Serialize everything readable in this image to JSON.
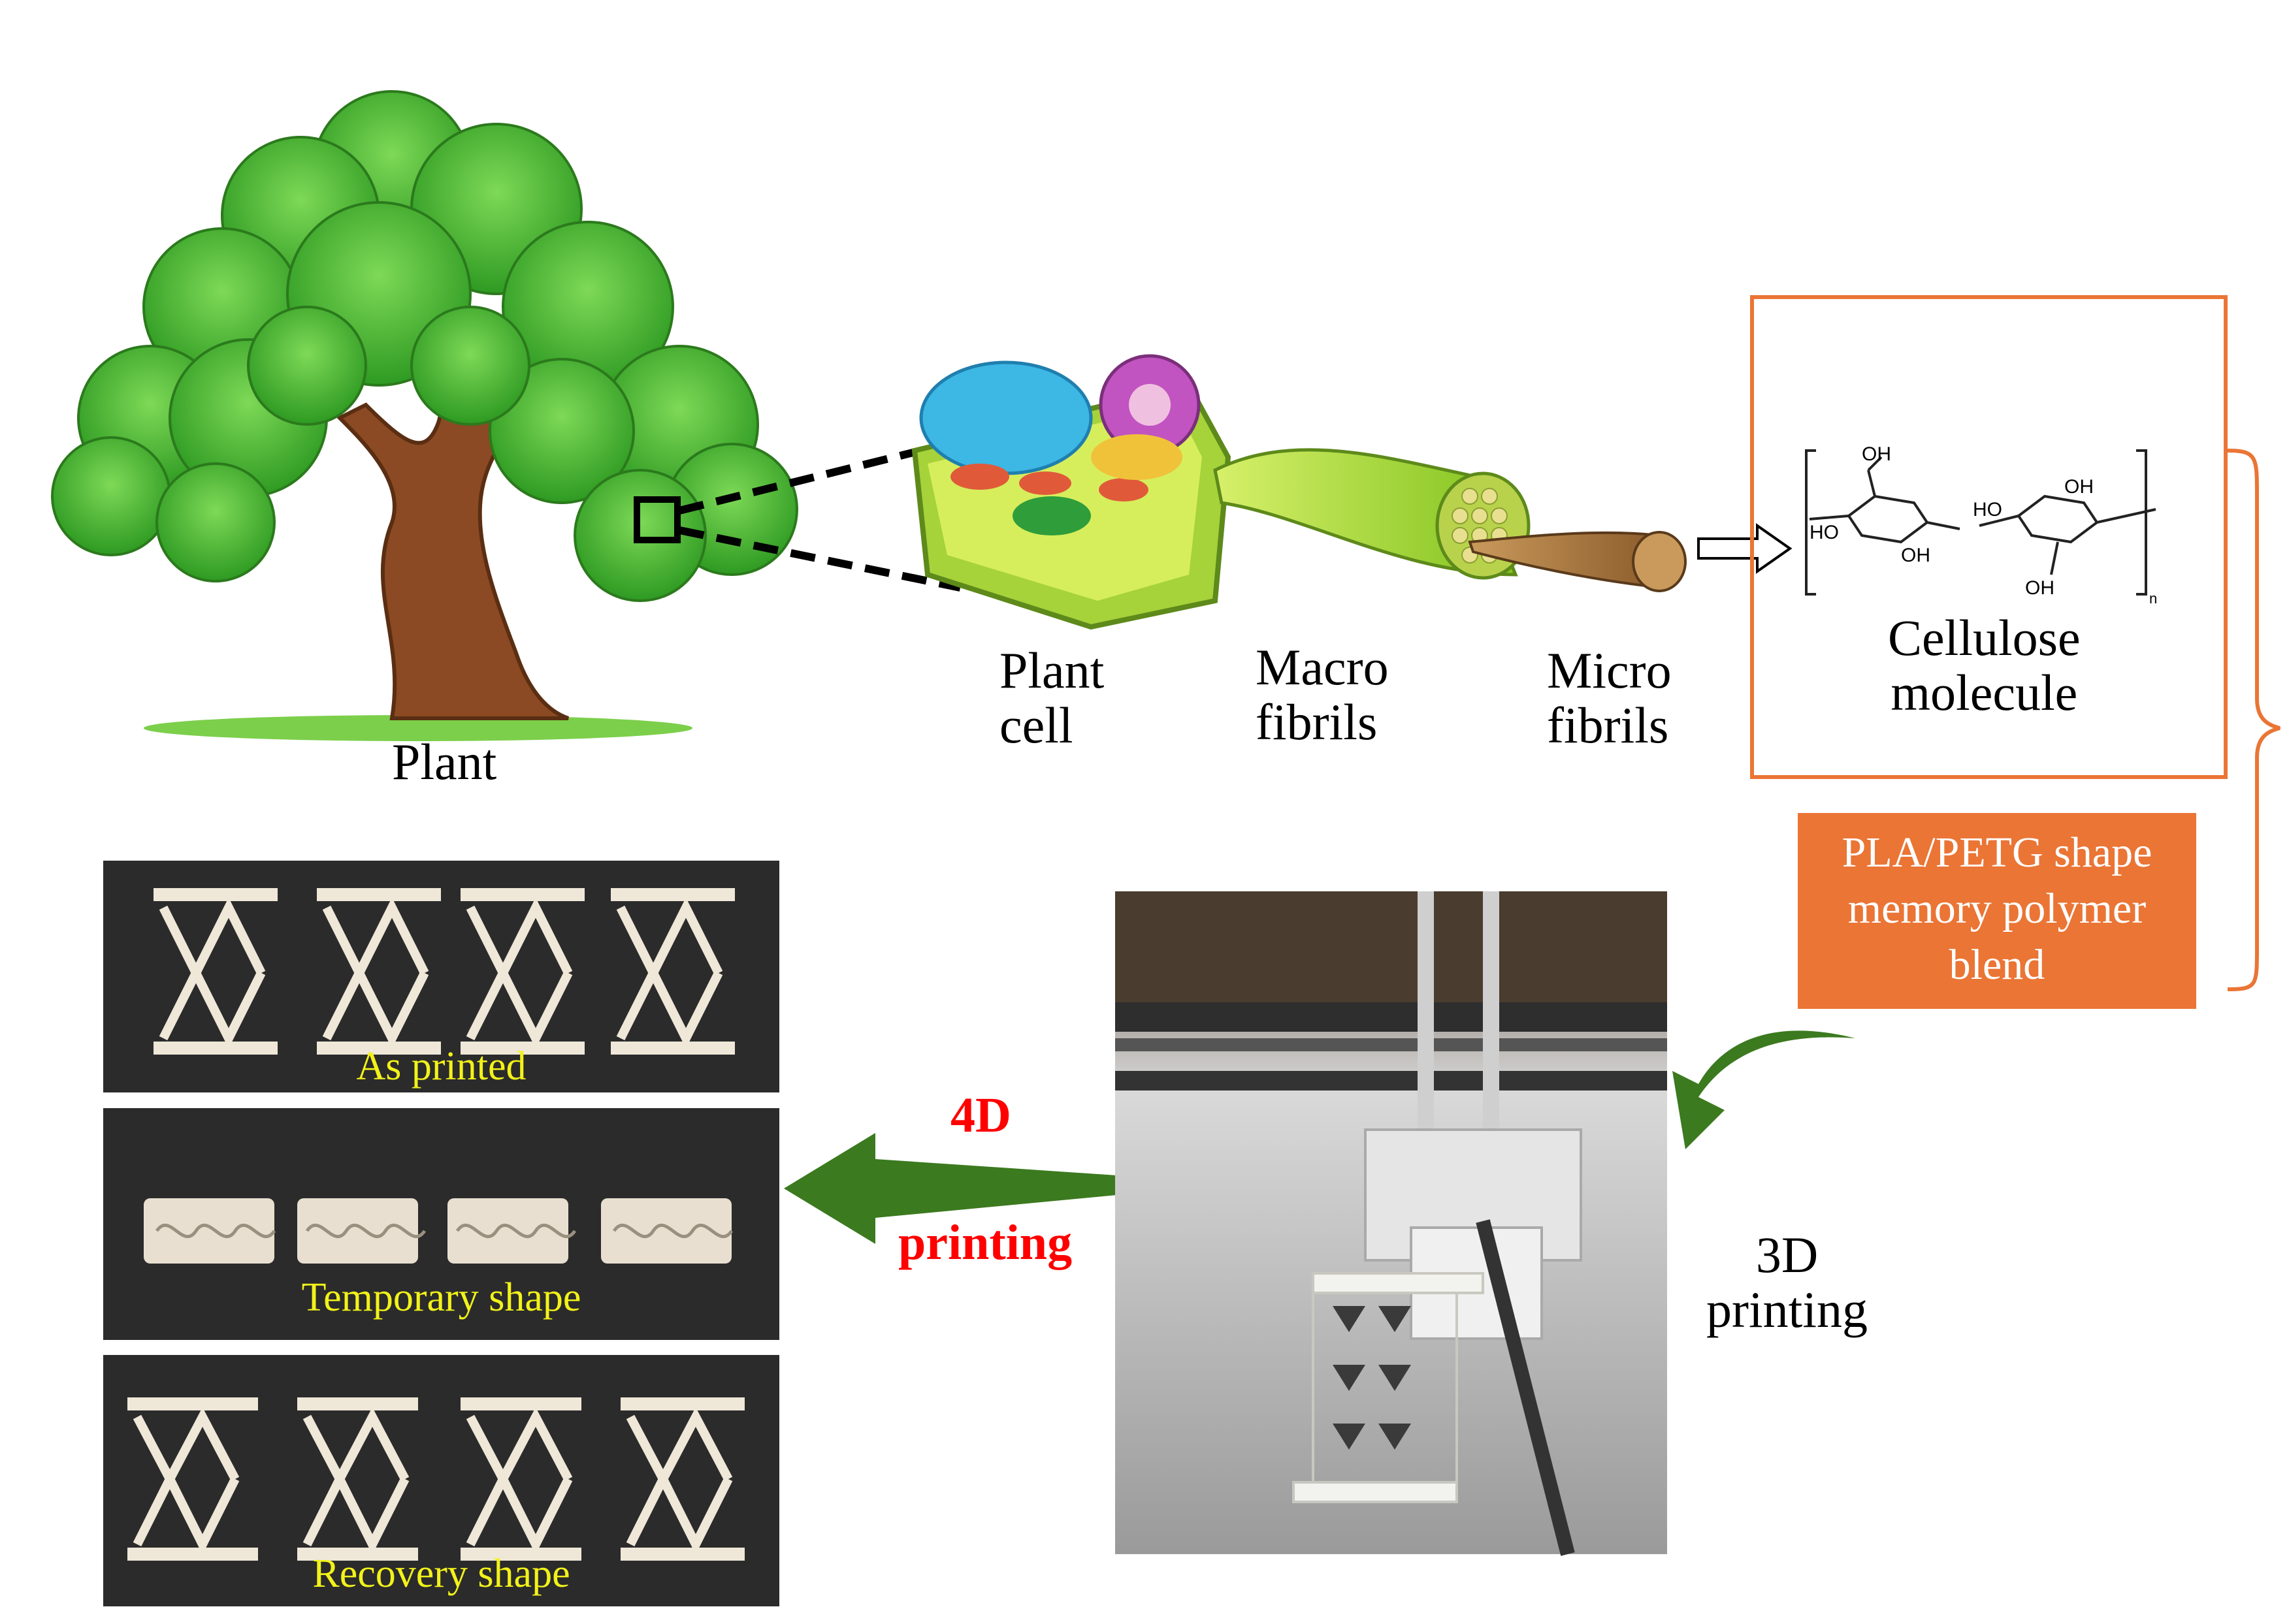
{
  "labels": {
    "plant": "Plant",
    "plant_cell": [
      "Plant",
      "cell"
    ],
    "macro_fibrils": [
      "Macro",
      "fibrils"
    ],
    "micro_fibrils": [
      "Micro",
      "fibrils"
    ],
    "cellulose_molecule": [
      "Cellulose",
      "molecule"
    ],
    "blend_box": [
      "PLA/PETG shape",
      "memory polymer",
      "blend"
    ],
    "printing_3d": [
      "3D",
      "printing"
    ],
    "printing_4d": [
      "4D",
      "printing"
    ],
    "as_printed": "As printed",
    "temporary_shape": "Temporary shape",
    "recovery_shape": "Recovery shape"
  },
  "chem": {
    "oh_top_left": "OH",
    "ho_left": "HO",
    "oh_lower_left": "OH",
    "ho_mid": "HO",
    "oh_top_right": "OH",
    "oh_bottom": "OH",
    "subscript_n": "n"
  },
  "colors": {
    "tree_green": "#3fae2a",
    "trunk_brown": "#8b4a23",
    "arrow_green": "#3b7a1f",
    "orange": "#ea7535",
    "yellow_label": "#f2f21a",
    "red_label": "#ff0000",
    "photo_dark": "#2b2b2b"
  }
}
